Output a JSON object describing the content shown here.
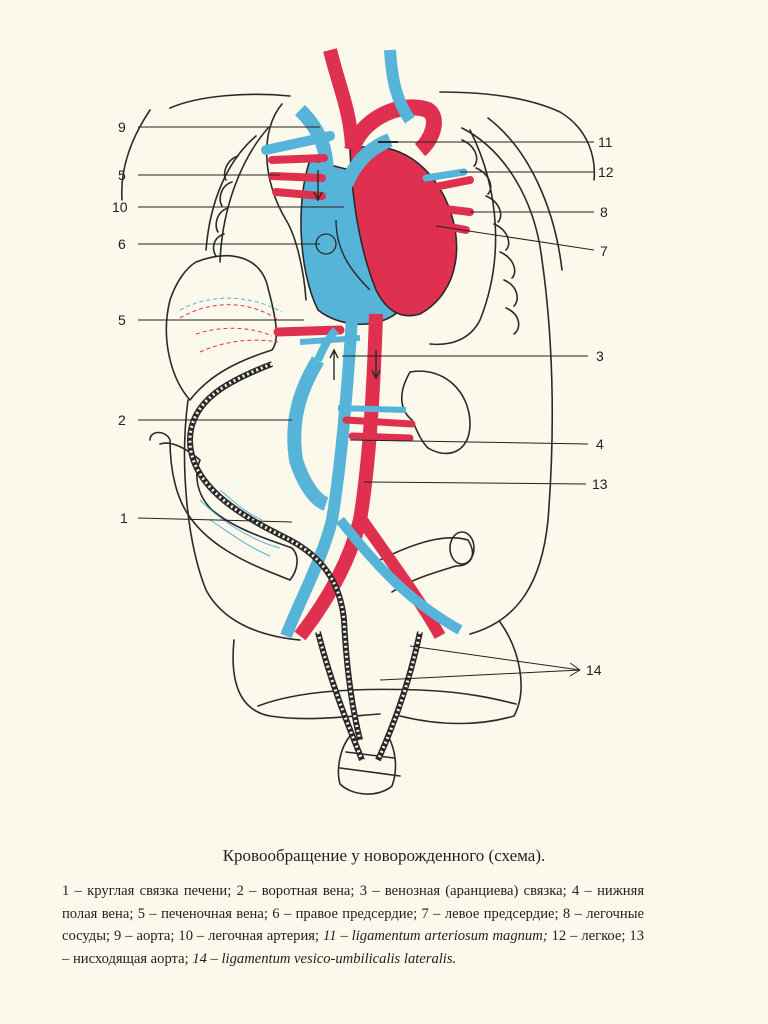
{
  "colors": {
    "artery": "#e0304f",
    "vein": "#55b4d8",
    "vein_light": "#9fd3e8",
    "outline": "#2a2a2a",
    "paper": "#fbf8ec"
  },
  "labels": {
    "l9": "9",
    "l5a": "5",
    "l10": "10",
    "l6": "6",
    "l5b": "5",
    "l2": "2",
    "l1": "1",
    "l11": "11",
    "l12": "12",
    "l8": "8",
    "l7": "7",
    "l3": "3",
    "l4": "4",
    "l13": "13",
    "l14": "14"
  },
  "caption": {
    "title": "Кровообращение у новорожденного (схема).",
    "items": [
      "1 – круглая связка печени;",
      "2 – воротная вена;",
      "3 – венозная (аранциева) связка;",
      "4 – нижняя полая вена;",
      "5 – печеночная вена;",
      "6 – правое предсердие;",
      "7 – левое предсердие;",
      "8 – легочные сосуды;",
      "9 – аорта;",
      "10 – легочная артерия;",
      "11 – ligamentum arteriosum magnum;",
      "12 – легкое;",
      "13 – нисходящая аорта;",
      "14 – ligamentum vesico-umbilicalis lateralis."
    ]
  }
}
